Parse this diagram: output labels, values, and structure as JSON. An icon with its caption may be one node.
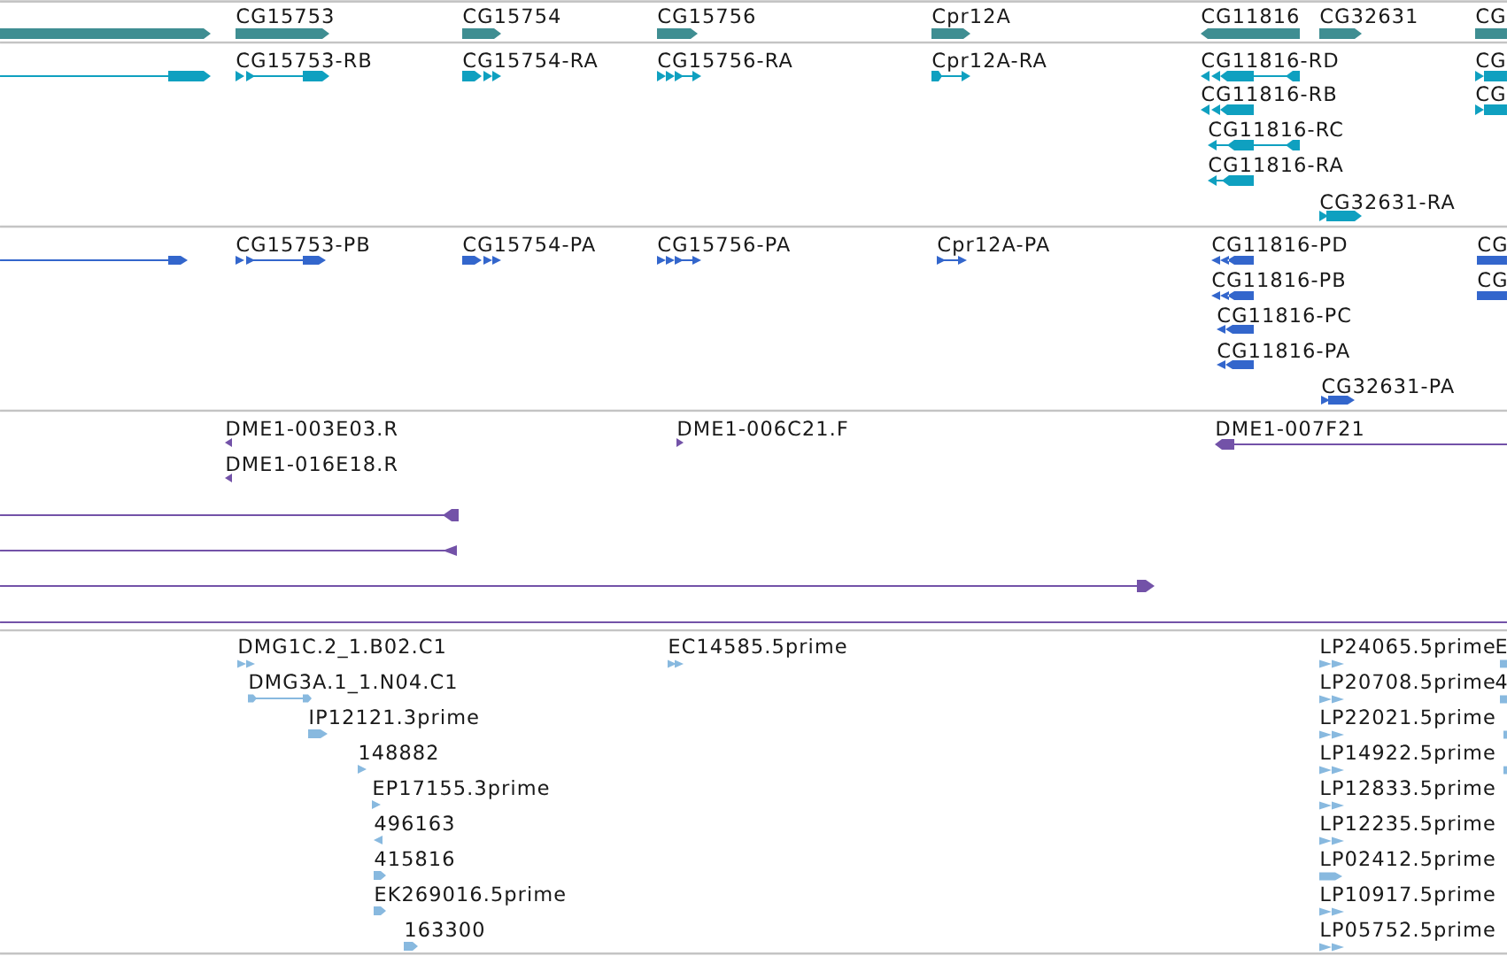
{
  "diagram": {
    "labels": [
      "CG15753",
      "CG15754",
      "CG15756",
      "Cpr12A",
      "CG11816",
      "CG32631",
      "CG",
      "CG15753-RB",
      "CG15754-RA",
      "CG15756-RA",
      "Cpr12A-RA",
      "CG11816-RD",
      "CG",
      "CG11816-RB",
      "CG",
      "CG11816-RC",
      "CG11816-RA",
      "CG32631-RA",
      "CG15753-PB",
      "CG15754-PA",
      "CG15756-PA",
      "Cpr12A-PA",
      "CG11816-PD",
      "CG",
      "CG11816-PB",
      "CG",
      "CG11816-PC",
      "CG11816-PA",
      "CG32631-PA",
      "DME1-003E03.R",
      "DME1-006C21.F",
      "DME1-007F21",
      "DME1-016E18.R",
      "DMG1C.2_1.B02.C1",
      "EC14585.5prime",
      "LP24065.5prime",
      "E",
      "DMG3A.1_1.N04.C1",
      "LP20708.5prime",
      "4",
      "IP12121.3prime",
      "LP22021.5prime",
      "148882",
      "LP14922.5prime",
      "EP17155.3prime",
      "LP12833.5prime",
      "496163",
      "LP12235.5prime",
      "415816",
      "LP02412.5prime",
      "EK269016.5prime",
      "LP10917.5prime",
      "163300",
      "LP05752.5prime"
    ]
  }
}
